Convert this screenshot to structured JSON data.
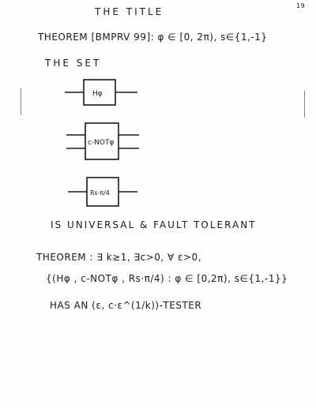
{
  "title": "THE TITLE",
  "page_number": "19",
  "theorem1": "THEOREM [BMPRV 99]: φ ∈ [0, 2π),  s∈{1,-1}",
  "set_label": "THE SET",
  "gates": {
    "h": "Hφ",
    "cnot": "c-NOTφ",
    "r": "Rs·π/4"
  },
  "universal_text": "IS  UNIVERSAL  &  FAULT TOLERANT",
  "theorem2": {
    "line1": "THEOREM :  ∃ k≥1,  ∃c>0,  ∀ ε>0,",
    "line2": "{(Hφ ,  c-NOTφ ,  Rs·π/4) :  φ ∈ [0,2π),  s∈{1,-1}}",
    "line3": "HAS  AN   (ε,  c·ε^(1/k))-TESTER"
  }
}
